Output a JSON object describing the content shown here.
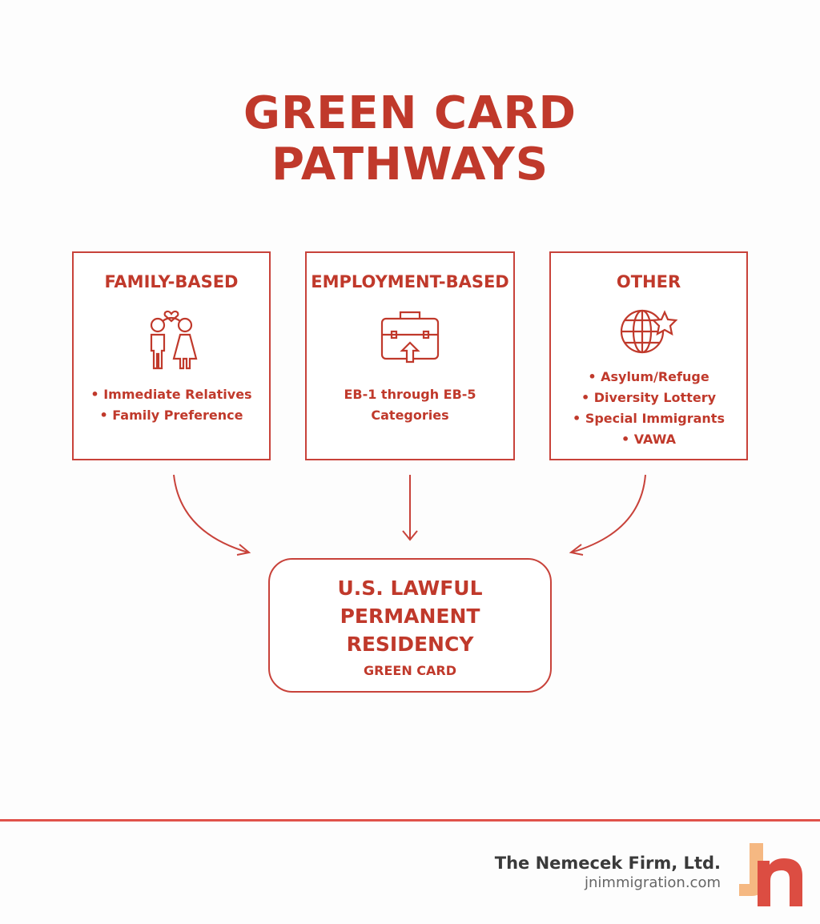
{
  "title_lines": [
    "GREEN CARD",
    "PATHWAYS"
  ],
  "cards": [
    {
      "heading": "FAMILY-BASED",
      "icon": "family-couple-icon",
      "items": [
        "• Immediate Relatives",
        "• Family Preference"
      ]
    },
    {
      "heading": "EMPLOYMENT-BASED",
      "icon": "briefcase-upload-icon",
      "items": [
        "EB-1 through EB-5",
        "Categories"
      ]
    },
    {
      "heading": "OTHER",
      "icon": "globe-star-icon",
      "items": [
        "• Asylum/Refuge",
        "• Diversity Lottery",
        "• Special Immigrants",
        "• VAWA"
      ]
    }
  ],
  "target": {
    "lines": [
      "U.S. LAWFUL",
      "PERMANENT",
      "RESIDENCY"
    ],
    "subtitle": "GREEN CARD"
  },
  "footer": {
    "firm": "The Nemecek Firm, Ltd.",
    "url": "jnimmigration.com",
    "logo_text": "jn"
  },
  "colors": {
    "accent": "#c0392b",
    "rule": "#e0524a",
    "logo_j": "#f5b882",
    "logo_n": "#dc4d42"
  }
}
